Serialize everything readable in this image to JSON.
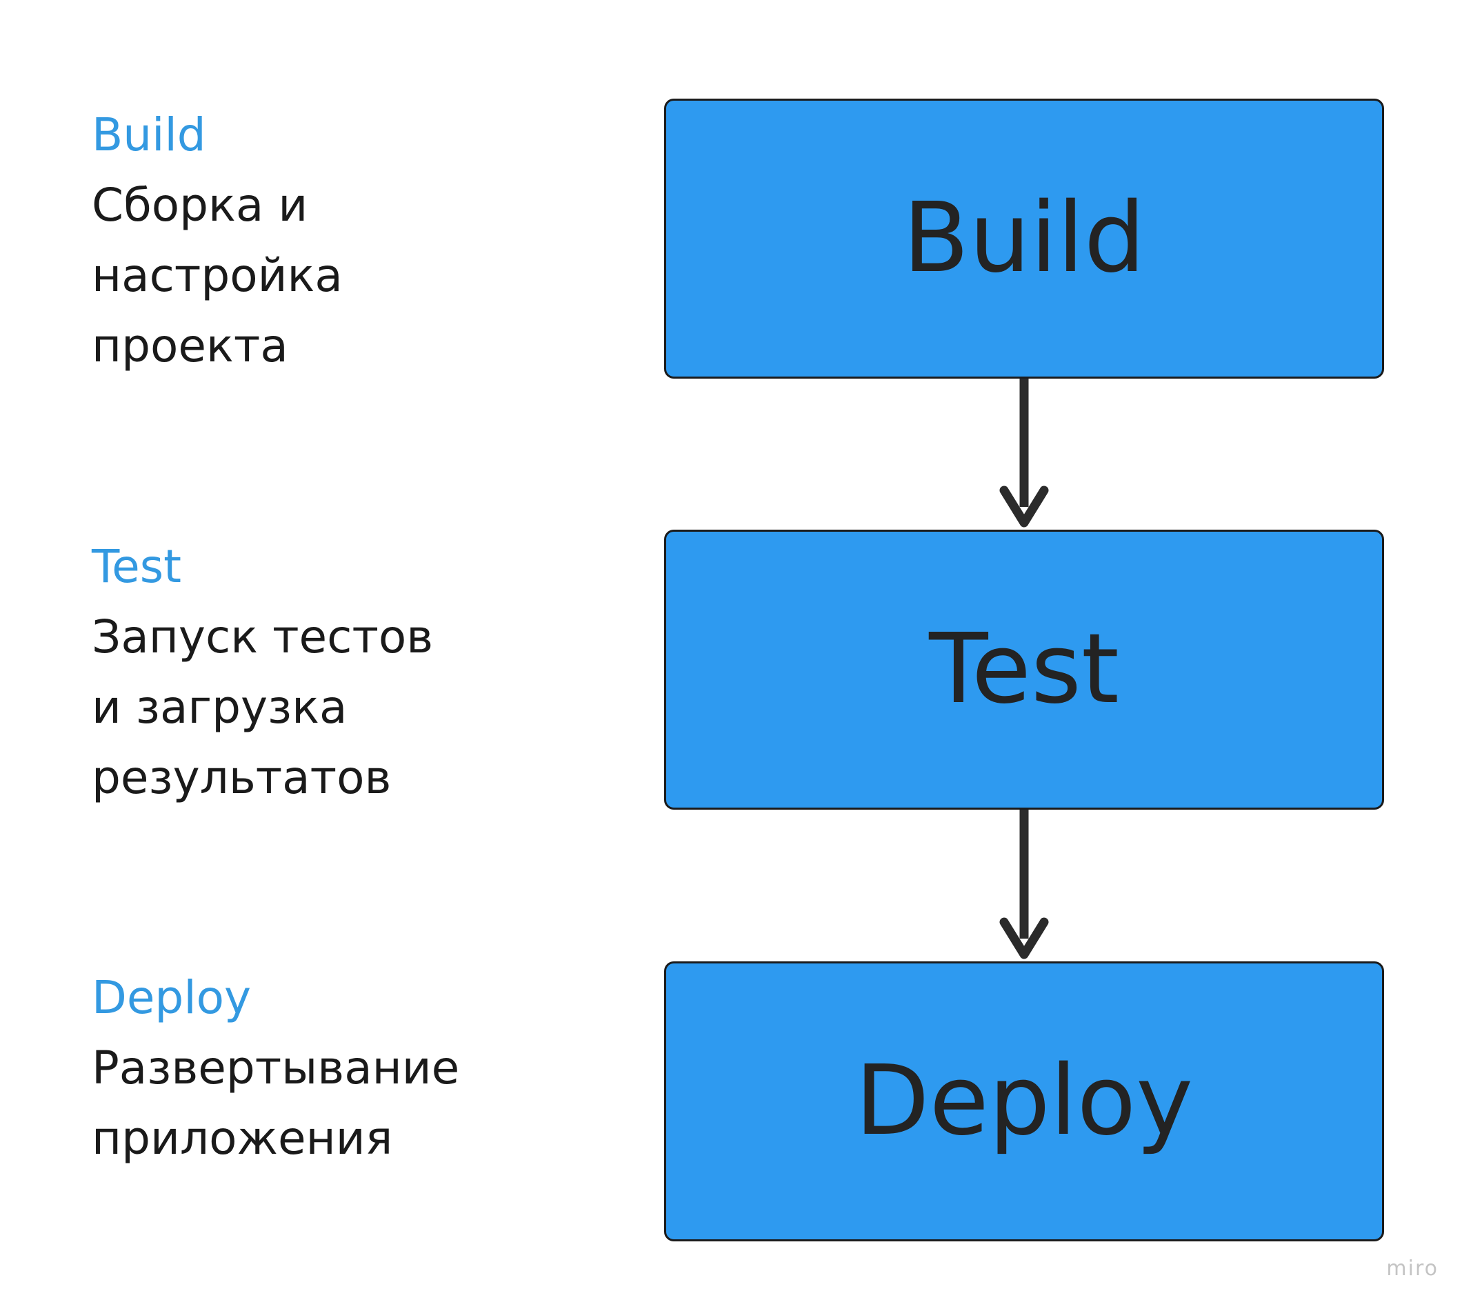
{
  "pipeline": {
    "descriptions": [
      {
        "title": "Build",
        "lines": [
          "Сборка и",
          "настройка",
          "проекта"
        ]
      },
      {
        "title": "Test",
        "lines": [
          "Запуск тестов",
          "и загрузка",
          "результатов"
        ]
      },
      {
        "title": "Deploy",
        "lines": [
          "Развертывание",
          "приложения"
        ]
      }
    ],
    "stages": [
      {
        "label": "Build"
      },
      {
        "label": "Test"
      },
      {
        "label": "Deploy"
      }
    ]
  },
  "colors": {
    "stage_fill": "#2E9AF0",
    "title_accent": "#3399E1",
    "arrow": "#2b2b2b"
  },
  "watermark": "miro"
}
